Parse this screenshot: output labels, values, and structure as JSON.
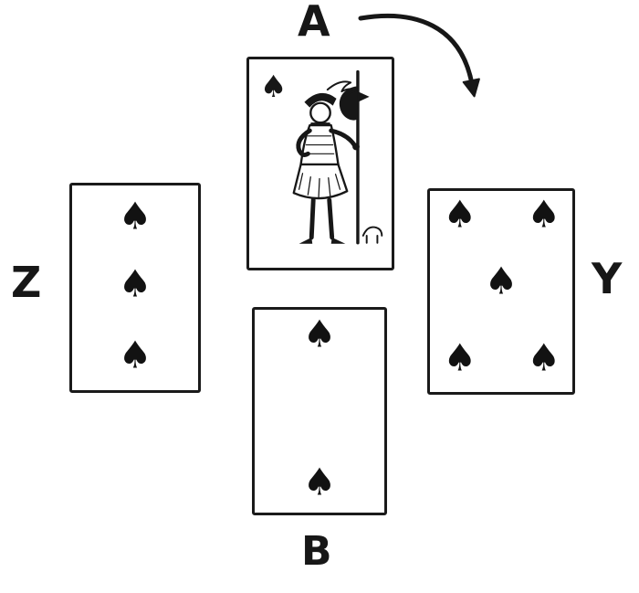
{
  "diagram": {
    "background": "#ffffff",
    "ink": "#171717",
    "suit": "spades",
    "suit_symbol": "♠"
  },
  "players": {
    "north": "A",
    "east": "Y",
    "south": "B",
    "west": "Z"
  },
  "cards": {
    "north": {
      "player": "A",
      "name": "jack-of-spades",
      "kind": "court",
      "suit_symbol": "♠"
    },
    "east": {
      "player": "Y",
      "name": "five-of-spades",
      "pips": 5,
      "suit_symbol": "♠"
    },
    "south": {
      "player": "B",
      "name": "two-of-spades",
      "pips": 2,
      "suit_symbol": "♠"
    },
    "west": {
      "player": "Z",
      "name": "three-of-spades",
      "pips": 3,
      "suit_symbol": "♠"
    }
  },
  "arrow": {
    "description": "curved arrow from A toward Y"
  }
}
